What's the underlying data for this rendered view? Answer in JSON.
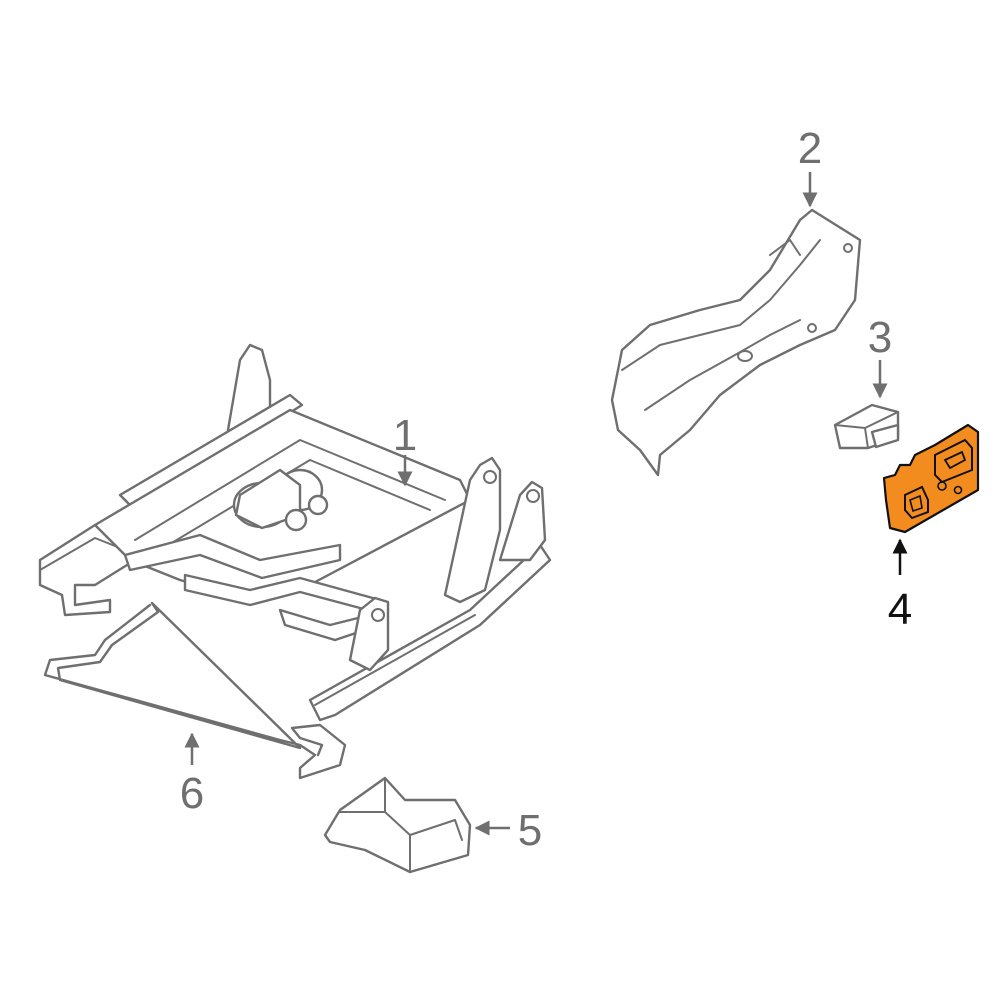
{
  "colors": {
    "line": "#6f6f6f",
    "callout_gray": "#6f6f6f",
    "callout_black": "#111111",
    "highlight": "#f28c1e",
    "highlight_stroke": "#111111",
    "background": "#ffffff"
  },
  "callouts": {
    "c1": "1",
    "c2": "2",
    "c3": "3",
    "c4": "4",
    "c5": "5",
    "c6": "6"
  },
  "highlighted_part": "4"
}
